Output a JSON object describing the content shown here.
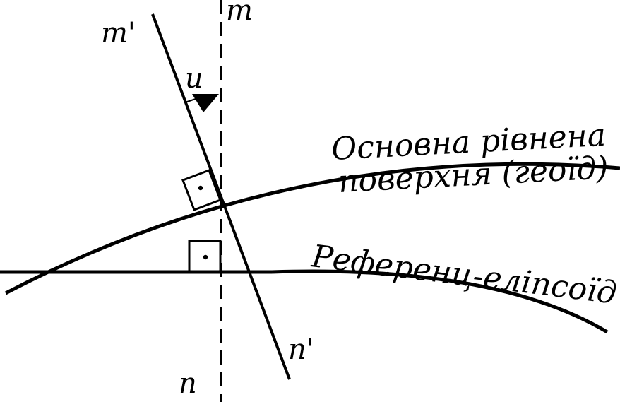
{
  "labels": {
    "m": "m",
    "m_prime": "m'",
    "n": "n",
    "n_prime": "n'",
    "u": "u",
    "geoid_line1": "Основна рівнена",
    "geoid_line2": "поверхня (геоїд)",
    "ellipsoid": "Референц-еліпсоїд"
  },
  "colors": {
    "stroke": "#000000",
    "background": "#ffffff"
  }
}
